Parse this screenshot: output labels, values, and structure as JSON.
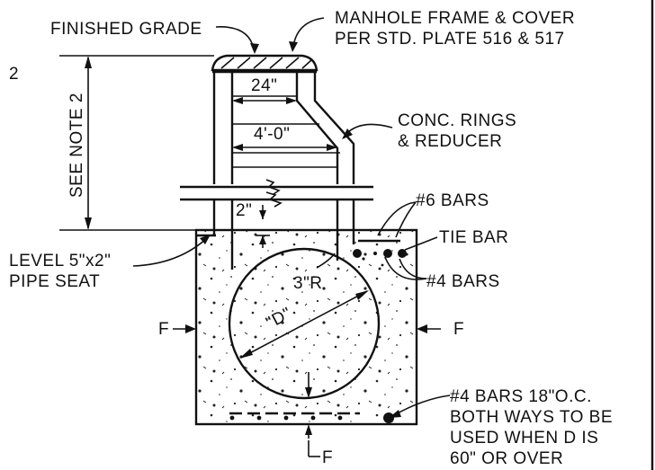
{
  "labels": {
    "finished_grade": "FINISHED GRADE",
    "manhole_line1": "MANHOLE FRAME & COVER",
    "manhole_line2": "PER STD. PLATE 516 & 517",
    "sheet_mark": "2",
    "see_note": "SEE NOTE 2",
    "dim_24": "24\"",
    "dim_4ft": "4'-0\"",
    "conc_line1": "CONC. RINGS",
    "conc_line2": "& REDUCER",
    "bars_6": "#6 BARS",
    "dim_2": "2\"",
    "tie_bar": "TIE BAR",
    "pipe_seat_line1": "LEVEL 5\"x2\"",
    "pipe_seat_line2": "PIPE SEAT",
    "radius_3": "3\"R",
    "bars_4": "#4 BARS",
    "f_left": "F",
    "f_right": "F",
    "f_bottom": "F",
    "pipe_d": "\"D\"",
    "note_line1": "#4 BARS 18\"O.C.",
    "note_line2": "BOTH WAYS TO BE",
    "note_line3": "USED WHEN D IS",
    "note_line4": "60\" OR OVER"
  },
  "colors": {
    "ink": "#111111",
    "paper": "#ffffff"
  }
}
